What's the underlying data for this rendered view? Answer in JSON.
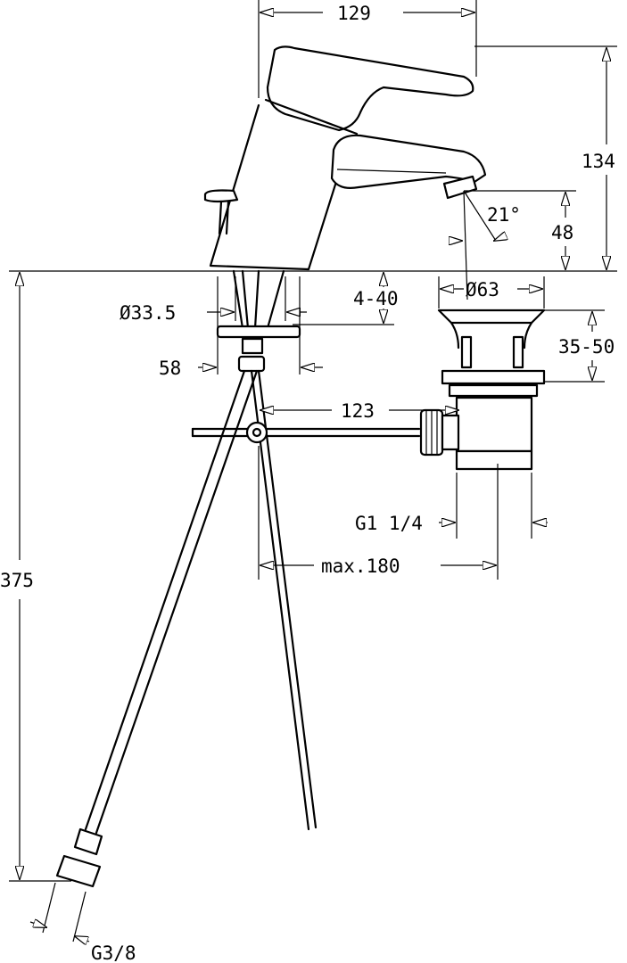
{
  "dimensions": {
    "spout_reach": "129",
    "tap_height": "134",
    "spout_angle": "21°",
    "spout_height": "48",
    "mount_hole_diameter": "Ø33.5",
    "deck_thickness": "4-40",
    "waste_diameter": "Ø63",
    "waste_height": "35-50",
    "fixing_width": "58",
    "pull_rod_distance": "123",
    "waste_thread": "G1 1/4",
    "max_rod_length": "max.180",
    "hose_length": "375",
    "hose_thread": "G3/8"
  }
}
